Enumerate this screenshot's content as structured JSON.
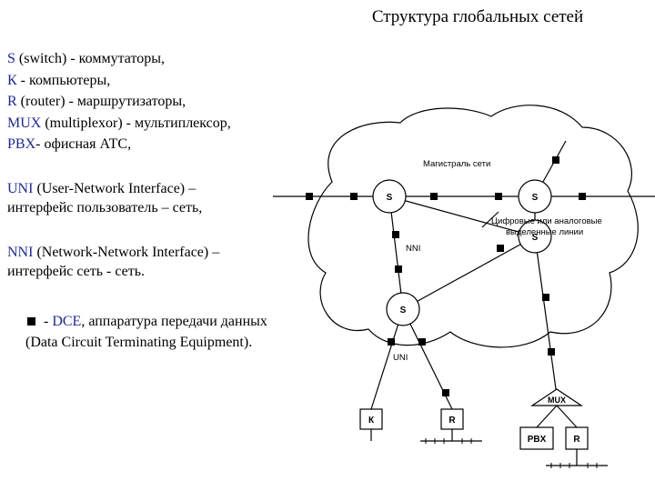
{
  "title": "Структура глобальных сетей",
  "legend": {
    "switch": {
      "abbr": "S",
      "text": " (switch) - коммутаторы,"
    },
    "computer": {
      "abbr": "К",
      "text": " - компьютеры,"
    },
    "router": {
      "abbr": "R",
      "text": " (router) - маршрутизаторы,"
    },
    "mux": {
      "abbr": "MUX",
      "text": " (multiplexor) - мультиплексор,"
    },
    "pbx": {
      "abbr": "PBX",
      "text": "- офисная АТС,"
    },
    "uni": {
      "abbr": "UNI",
      "text": " (User-Network Interface) –",
      "line2": "интерфейс пользователь – сеть,"
    },
    "nni": {
      "abbr": "NNI",
      "text": " (Network-Network Interface) –",
      "line2": "интерфейс сеть - сеть."
    },
    "dce": {
      "pre": " - ",
      "abbr": "DCE",
      "text": ", аппаратура передачи данных",
      "line2": "(Data Circuit Terminating Equipment)."
    }
  },
  "diagram": {
    "backbone_label": "Магистраль сети",
    "lines_label_1": "Цифровые или аналоговые",
    "lines_label_2": "выделенные линии",
    "nni_label": "NNI",
    "uni_label": "UNI",
    "switch_label": "S",
    "mux_label": "MUX",
    "computer_label": "К",
    "router_label": "R",
    "pbx_label": "PBX"
  }
}
